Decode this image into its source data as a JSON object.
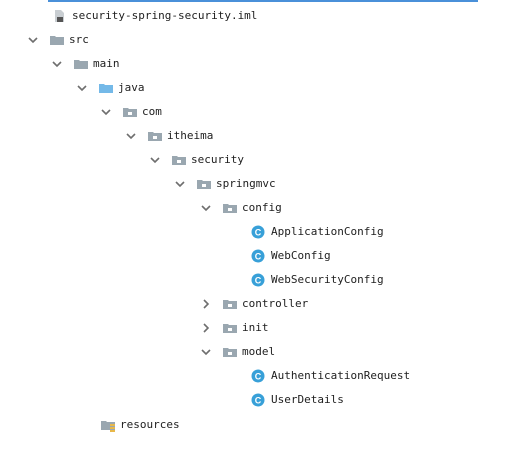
{
  "tree": {
    "iml_file": "security-spring-security.iml",
    "src": "src",
    "main": "main",
    "java": "java",
    "com": "com",
    "itheima": "itheima",
    "security": "security",
    "springmvc": "springmvc",
    "config": "config",
    "ApplicationConfig": "ApplicationConfig",
    "WebConfig": "WebConfig",
    "WebSecurityConfig": "WebSecurityConfig",
    "controller": "controller",
    "init": "init",
    "model": "model",
    "AuthenticationRequest": "AuthenticationRequest",
    "UserDetails": "UserDetails",
    "resources": "resources"
  },
  "icons": {
    "folder_color": "#9aa7b0",
    "source_folder_color": "#74b9e8",
    "class_color": "#38a0d8",
    "chevron_color": "#6e6e6e"
  }
}
